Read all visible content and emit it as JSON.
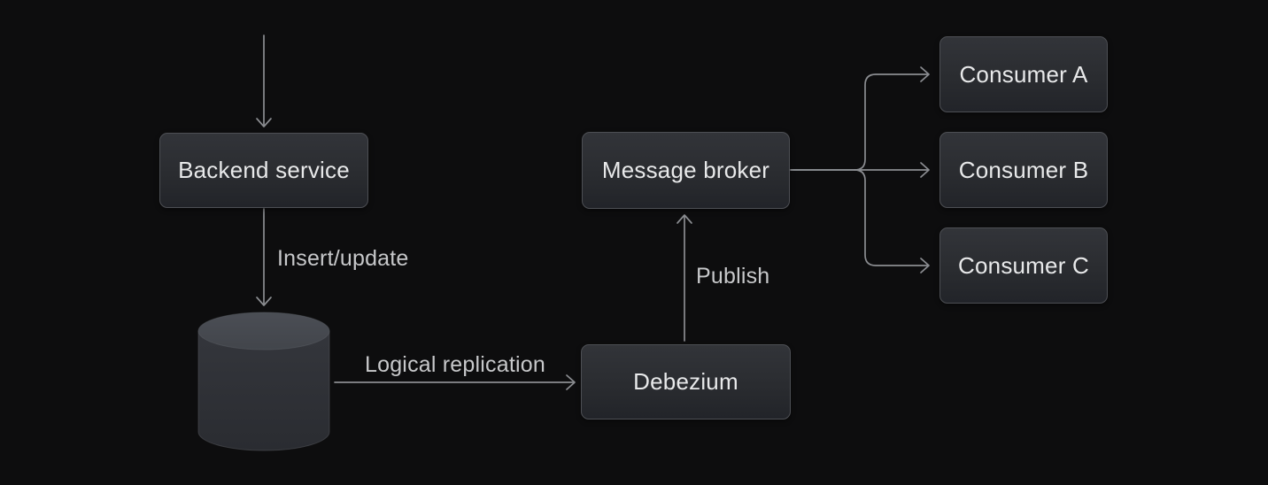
{
  "diagram": {
    "background_color": "#0d0d0e",
    "line_color": "#8b8d91",
    "node_fill_top": "#323439",
    "node_fill_bottom": "#222429",
    "node_border_color": "#4d4f54",
    "node_text_color": "#e8e9ea",
    "edge_label_color": "#c7c8ca",
    "nodes": {
      "backend_service": {
        "label": "Backend service"
      },
      "database": {
        "icon": "database-cylinder-icon"
      },
      "debezium": {
        "label": "Debezium"
      },
      "message_broker": {
        "label": "Message broker"
      },
      "consumer_a": {
        "label": "Consumer A"
      },
      "consumer_b": {
        "label": "Consumer B"
      },
      "consumer_c": {
        "label": "Consumer C"
      }
    },
    "edges": {
      "incoming_request": {
        "from": "top",
        "to": "backend_service",
        "label": ""
      },
      "insert_update": {
        "from": "backend_service",
        "to": "database",
        "label": "Insert/update"
      },
      "logical_replication": {
        "from": "database",
        "to": "debezium",
        "label": "Logical replication"
      },
      "publish": {
        "from": "debezium",
        "to": "message_broker",
        "label": "Publish"
      },
      "fan_out_a": {
        "from": "message_broker",
        "to": "consumer_a",
        "label": ""
      },
      "fan_out_b": {
        "from": "message_broker",
        "to": "consumer_b",
        "label": ""
      },
      "fan_out_c": {
        "from": "message_broker",
        "to": "consumer_c",
        "label": ""
      }
    }
  }
}
